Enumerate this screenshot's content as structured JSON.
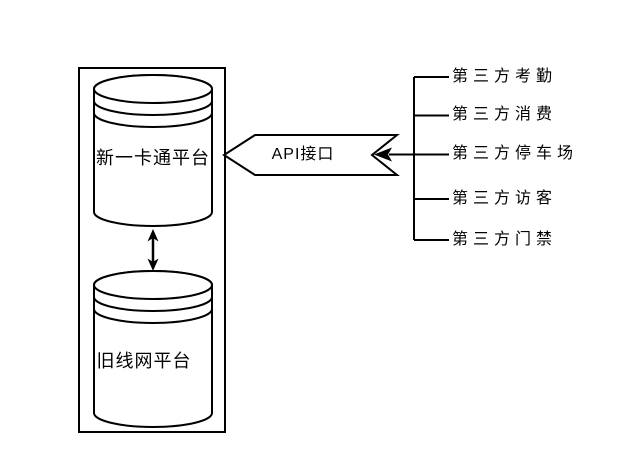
{
  "diagram": {
    "platform_box": {
      "new_platform": {
        "label": "新一卡通平台"
      },
      "old_platform": {
        "label": "旧线网平台"
      }
    },
    "api_connector": {
      "label": "API接口"
    },
    "third_party_systems": [
      {
        "label": "第三方考勤"
      },
      {
        "label": "第三方消费"
      },
      {
        "label": "第三方停车场"
      },
      {
        "label": "第三方访客"
      },
      {
        "label": "第三方门禁"
      }
    ],
    "colors": {
      "line": "#000000",
      "background": "#ffffff",
      "shape_fill": "#ffffff",
      "text": "#000000"
    }
  }
}
